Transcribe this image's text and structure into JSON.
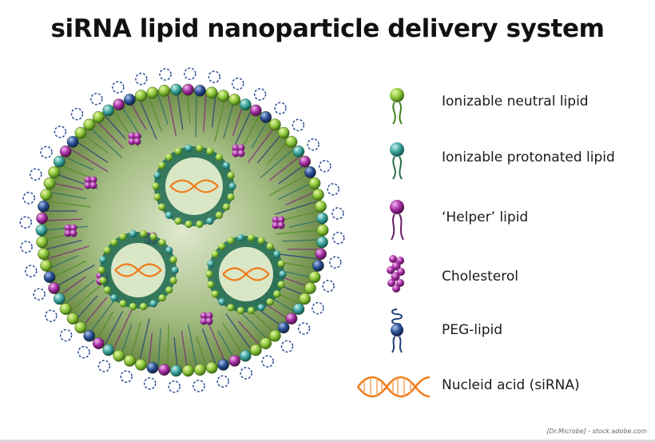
{
  "title": "siRNA lipid nanoparticle delivery system",
  "legend": [
    {
      "icon": "ionizable-neutral-lipid-icon",
      "label": "Ionizable neutral lipid",
      "color": "#7fb52a"
    },
    {
      "icon": "ionizable-protonated-lipid-icon",
      "label": "Ionizable protonated lipid",
      "color": "#2f8f8a"
    },
    {
      "icon": "helper-lipid-icon",
      "label": "‘Helper’ lipid",
      "color": "#9b2a9b"
    },
    {
      "icon": "cholesterol-icon",
      "label": "Cholesterol",
      "color": "#b845b3"
    },
    {
      "icon": "peg-lipid-icon",
      "label": "PEG-lipid",
      "color": "#1f3f78"
    },
    {
      "icon": "sirna-helix-icon",
      "label": "Nucleid acid (siRNA)",
      "color": "#f07c1a"
    }
  ],
  "credit": "[Dr.Microbe] - stock.adobe.com"
}
